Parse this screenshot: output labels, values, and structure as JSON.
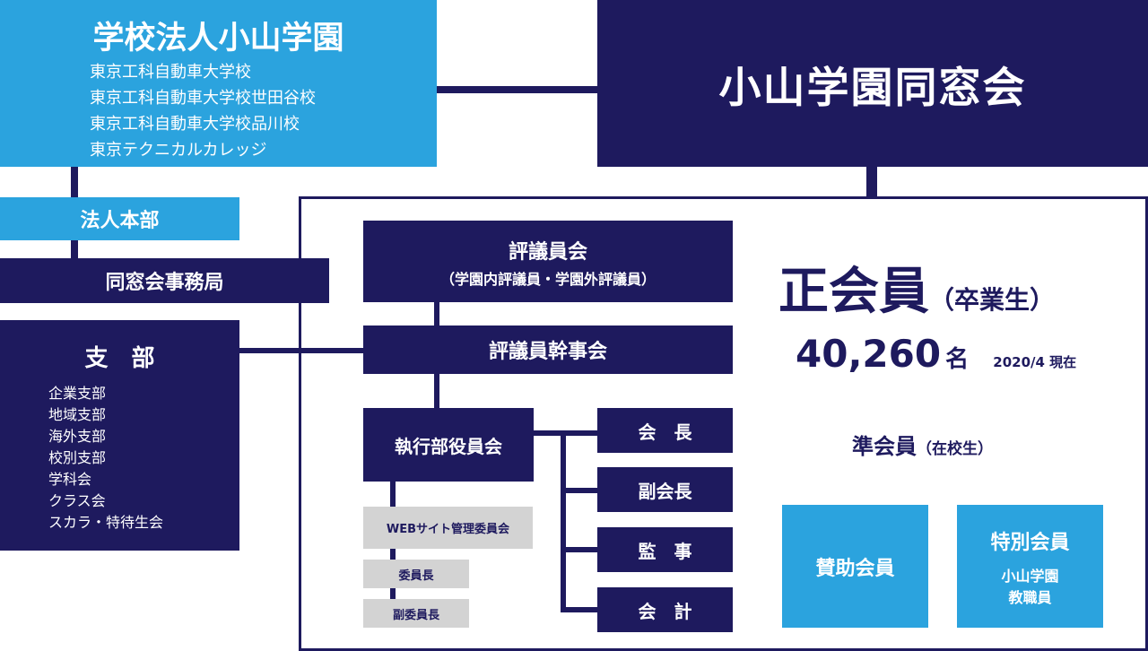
{
  "school": {
    "title": "学校法人小山学園",
    "schools": [
      "東京工科自動車大学校",
      "東京工科自動車大学校世田谷校",
      "東京工科自動車大学校品川校",
      "東京テクニカルカレッジ"
    ]
  },
  "alumni": {
    "title": "小山学園同窓会"
  },
  "hq": {
    "label": "法人本部"
  },
  "office": {
    "label": "同窓会事務局"
  },
  "branch": {
    "title": "支　部",
    "items": [
      "企業支部",
      "地域支部",
      "海外支部",
      "校別支部",
      "学科会",
      "クラス会",
      "スカラ・特待生会"
    ]
  },
  "council": {
    "title": "評議員会",
    "subtitle": "（学園内評議員・学園外評議員）",
    "exec_label": "評議員幹事会"
  },
  "executive": {
    "label": "執行部役員会"
  },
  "officers": [
    "会　長",
    "副会長",
    "監　事",
    "会　計"
  ],
  "web": {
    "committee": "WEBサイト管理委員会",
    "chair": "委員長",
    "vice_chair": "副委員長"
  },
  "membership": {
    "regular_label": "正会員",
    "regular_note": "（卒業生）",
    "count": "40,260",
    "count_unit": "名",
    "as_of": "2020/4 現在",
    "associate_label": "準会員",
    "associate_note": "（在校生）",
    "supporting": "賛助会員",
    "special_title": "特別会員",
    "special_line1": "小山学園",
    "special_line2": "教職員"
  },
  "colors": {
    "navy": "#1e1a5e",
    "light_blue": "#2ba3de",
    "gray": "#d3d3d3"
  }
}
